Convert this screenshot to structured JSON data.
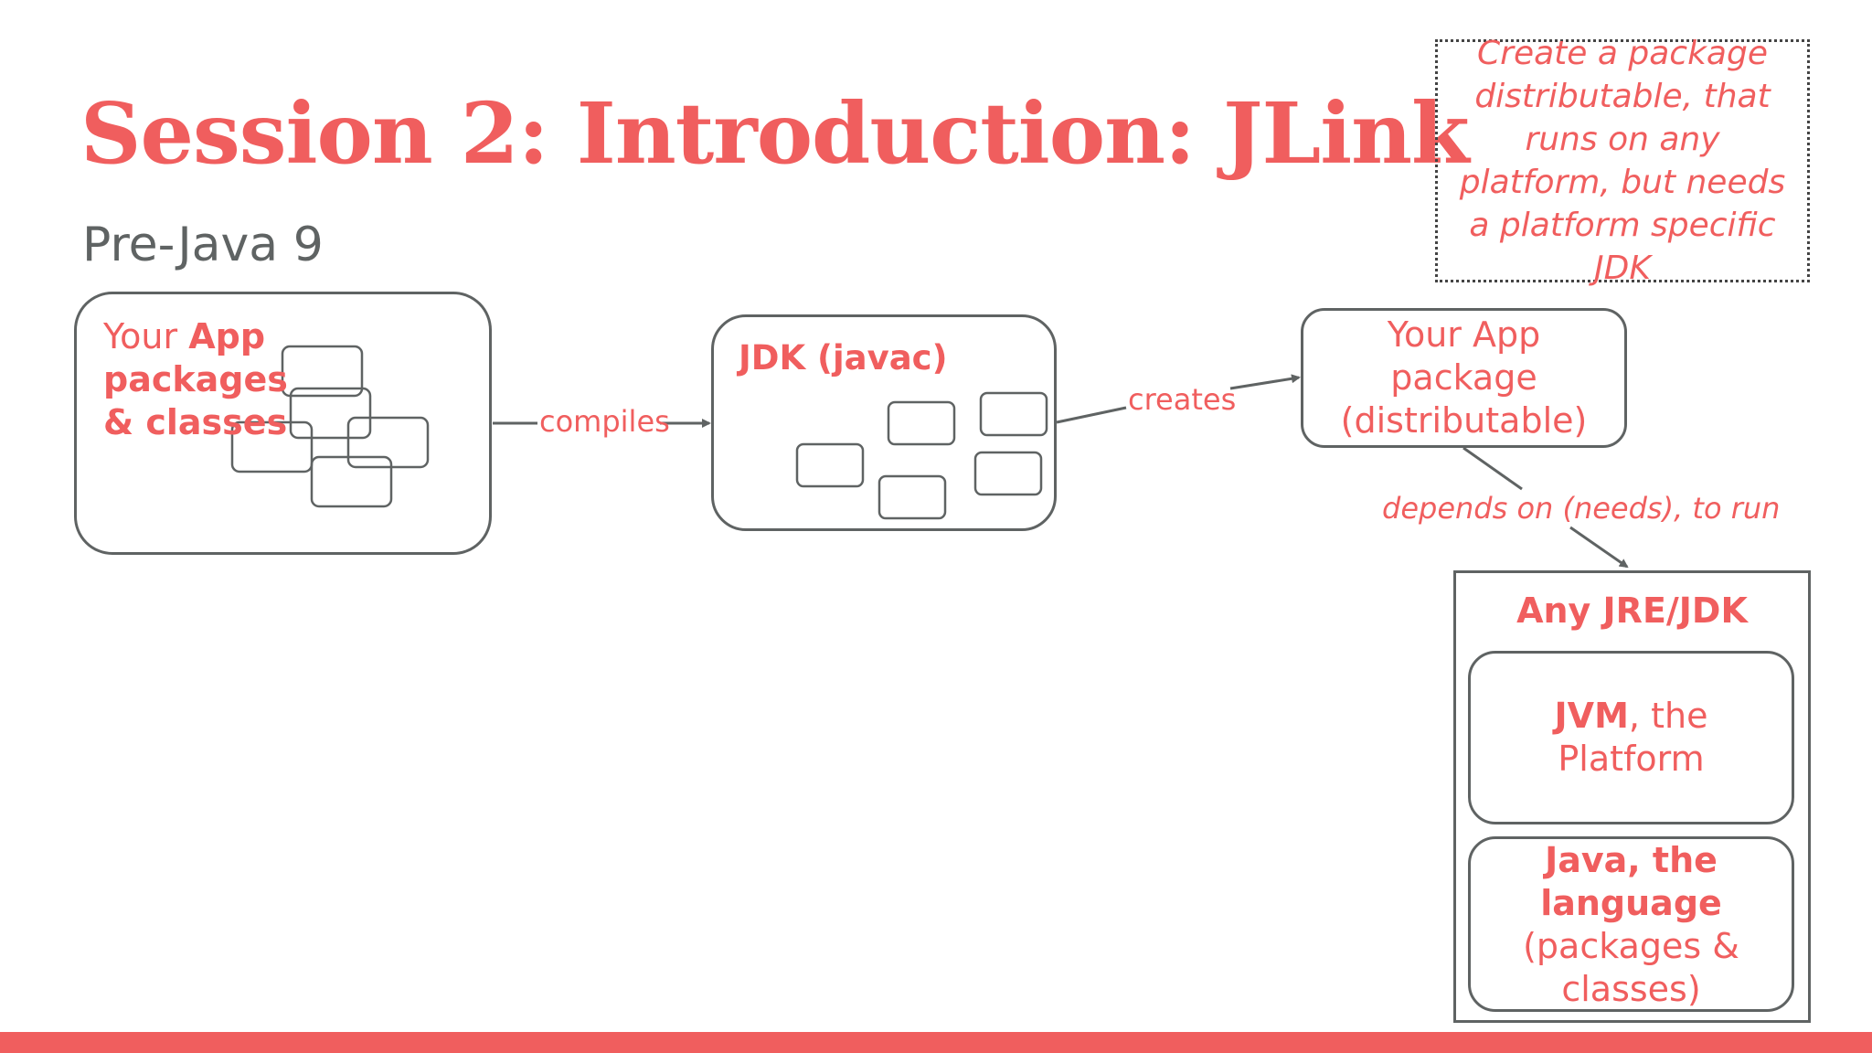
{
  "slide": {
    "title": "Session 2: Introduction: JLink",
    "subtitle": "Pre-Java 9",
    "note": "Create a package distributable, that runs on any platform, but needs a platform specific JDK"
  },
  "diagram": {
    "app_box": {
      "line1_prefix": "Your ",
      "line1_bold": "App",
      "line2": "packages",
      "line3": "& classes"
    },
    "jdk_box": {
      "label": "JDK (javac)"
    },
    "dist_box": {
      "line1": "Your App",
      "line2": "package",
      "line3": "(distributable)"
    },
    "jre_box": {
      "title": "Any JRE/JDK",
      "jvm_bold": "JVM",
      "jvm_rest": ", the",
      "jvm_line2": "Platform",
      "lang_line1": "Java, the",
      "lang_line2": "language",
      "lang_line3": "(packages &",
      "lang_line4": "classes)"
    },
    "edges": {
      "compiles": "compiles",
      "creates": "creates",
      "depends": "depends on (needs), to run"
    }
  },
  "colors": {
    "accent": "#f05e5e",
    "line": "#5f6363",
    "text_gray": "#5f6363"
  }
}
